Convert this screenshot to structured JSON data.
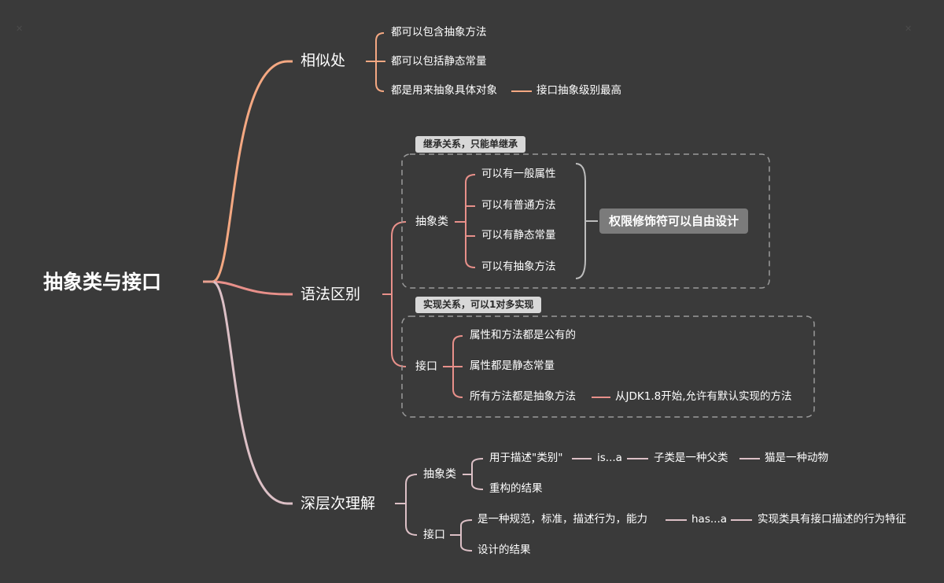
{
  "root": "抽象类与接口",
  "similar": {
    "title": "相似处",
    "items": [
      "都可以包含抽象方法",
      "都可以包括静态常量",
      "都是用来抽象具体对象"
    ],
    "extra": "接口抽象级别最高"
  },
  "syntax": {
    "title": "语法区别",
    "abstract": {
      "label": "抽象类",
      "tag": "继承关系，只能单继承",
      "items": [
        "可以有一般属性",
        "可以有普通方法",
        "可以有静态常量",
        "可以有抽象方法"
      ],
      "summary": "权限修饰符可以自由设计"
    },
    "interface": {
      "label": "接口",
      "tag": "实现关系，可以1对多实现",
      "items": [
        "属性和方法都是公有的",
        "属性都是静态常量",
        "所有方法都是抽象方法"
      ],
      "extra": "从JDK1.8开始,允许有默认实现的方法"
    }
  },
  "deep": {
    "title": "深层次理解",
    "abstract": {
      "label": "抽象类",
      "chain": [
        "用于描述\"类别\"",
        "is...a",
        "子类是一种父类",
        "猫是一种动物"
      ],
      "second": "重构的结果"
    },
    "interface": {
      "label": "接口",
      "chain": [
        "是一种规范，标准，描述行为，能力",
        "has...a",
        "实现类具有接口描述的行为特征"
      ],
      "second": "设计的结果"
    }
  },
  "colors": {
    "background": "#3a3a3a",
    "branch_similar": "#f4a882",
    "branch_syntax": "#e8908a",
    "branch_deep": "#dcc0c6"
  }
}
